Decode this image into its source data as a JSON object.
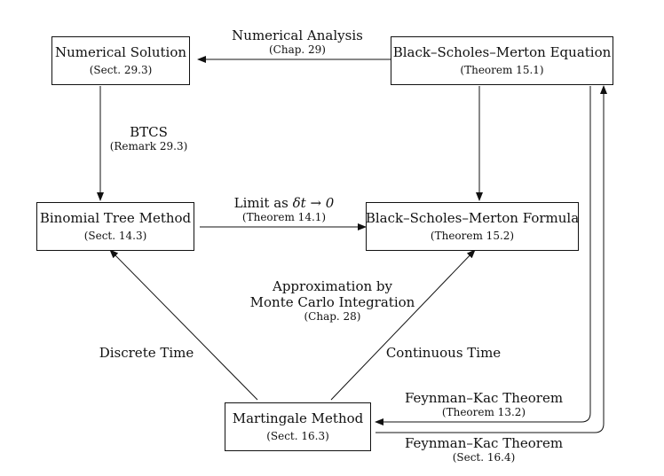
{
  "nodes": {
    "numerical_solution": {
      "title": "Numerical Solution",
      "ref": "(Sect. 29.3)"
    },
    "bsm_equation": {
      "title": "Black–Scholes–Merton Equation",
      "ref": "(Theorem 15.1)"
    },
    "binomial_tree": {
      "title": "Binomial Tree Method",
      "ref": "(Sect. 14.3)"
    },
    "bsm_formula": {
      "title": "Black–Scholes–Merton Formula",
      "ref": "(Theorem 15.2)"
    },
    "martingale": {
      "title": "Martingale Method",
      "ref": "(Sect. 16.3)"
    }
  },
  "edges": {
    "numerical_analysis": {
      "label": "Numerical Analysis",
      "ref": "(Chap. 29)"
    },
    "btcs": {
      "label": "BTCS",
      "ref": "(Remark 29.3)"
    },
    "limit": {
      "prefix": "Limit as",
      "symbol": "δt → 0",
      "ref": "(Theorem 14.1)"
    },
    "monte_carlo": {
      "line1": "Approximation by",
      "line2": "Monte Carlo Integration",
      "ref": "(Chap. 28)"
    },
    "discrete_time": {
      "label": "Discrete Time"
    },
    "continuous_time": {
      "label": "Continuous Time"
    },
    "feynman_kac_1": {
      "label": "Feynman–Kac Theorem",
      "ref": "(Theorem 13.2)"
    },
    "feynman_kac_2": {
      "label": "Feynman–Kac Theorem",
      "ref": "(Sect. 16.4)"
    }
  },
  "colors": {
    "line": "#111111",
    "background": "#ffffff"
  }
}
